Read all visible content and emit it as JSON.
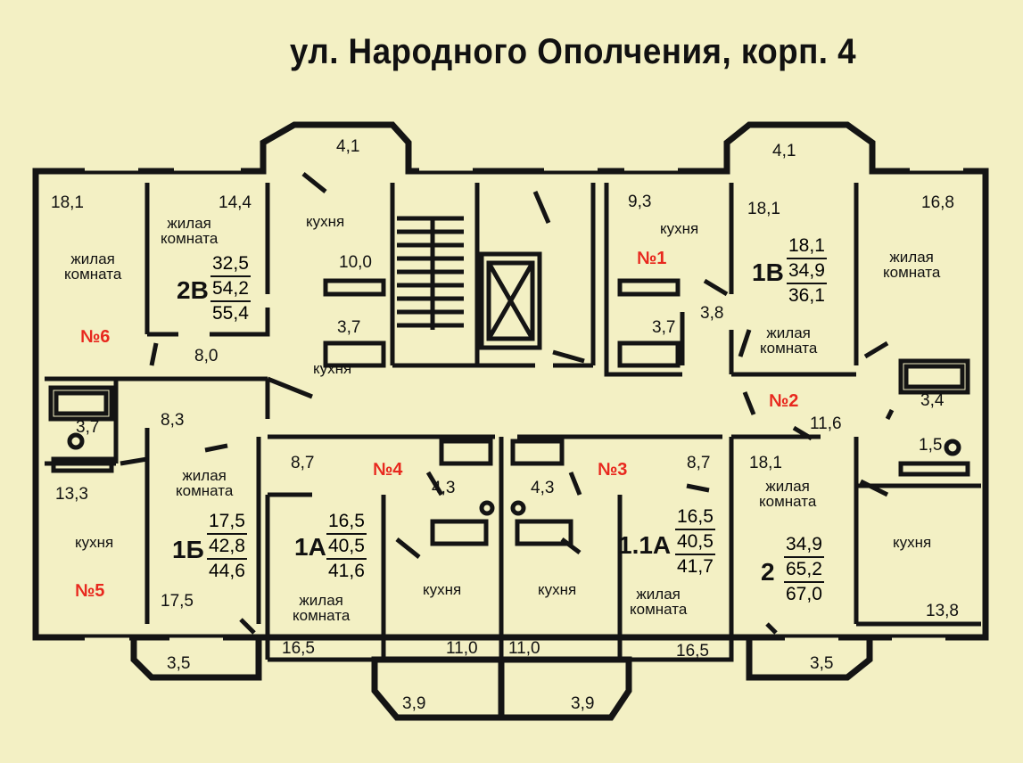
{
  "title": "ул. Народного Ополчения, корп. 4",
  "colors": {
    "background": "#f3f0c4",
    "wall": "#141414",
    "unit_label": "#e8281e"
  },
  "areas": {
    "balc_top_left": "4,1",
    "balc_top_right": "4,1",
    "a6_room": "18,1",
    "a2v_room": "14,4",
    "a2v_kitchen": "10,0",
    "a2v_bath": "3,7",
    "a2v_hall": "8,0",
    "a1_kitchen": "9,3",
    "a1_bath": "3,7",
    "a1_wc": "3,8",
    "a1v_room": "18,1",
    "a2_room_top": "16,8",
    "a5_bath": "3,7",
    "a5_hall": "8,3",
    "a5_kitchen": "13,3",
    "a5_room": "17,5",
    "a4_hall": "8,7",
    "a4_bath": "4,3",
    "a3_bath": "4,3",
    "a3_hall": "8,7",
    "a2_bath": "3,4",
    "a2_wc": "1,5",
    "a2_hall": "11,6",
    "a2_room_mid": "18,1",
    "a2_kitchen": "13,8",
    "a4_room": "16,5",
    "a4_kitchen": "11,0",
    "a3_kitchen": "11,0",
    "a3_room": "16,5",
    "balc_bottom_left": "3,5",
    "balc_bottom_right": "3,5",
    "balc_bottom_mid_left": "3,9",
    "balc_bottom_mid_right": "3,9"
  },
  "words": {
    "living_room_l1": "жилая",
    "living_room_l2": "комната",
    "kitchen": "кухня"
  },
  "units": {
    "n1": "№1",
    "n2": "№2",
    "n3": "№3",
    "n4": "№4",
    "n5": "№5",
    "n6": "№6"
  },
  "apartments": {
    "a2v": {
      "code": "2В",
      "living": "32,5",
      "total": "54,2",
      "total_balc": "55,4"
    },
    "a1v": {
      "code": "1В",
      "living": "18,1",
      "total": "34,9",
      "total_balc": "36,1"
    },
    "a1b": {
      "code": "1Б",
      "living": "17,5",
      "total": "42,8",
      "total_balc": "44,6"
    },
    "a1a": {
      "code": "1А",
      "living": "16,5",
      "total": "40,5",
      "total_balc": "41,6"
    },
    "a11a": {
      "code": "1.1А",
      "living": "16,5",
      "total": "40,5",
      "total_balc": "41,7"
    },
    "a2": {
      "code": "2",
      "living": "34,9",
      "total": "65,2",
      "total_balc": "67,0"
    }
  }
}
